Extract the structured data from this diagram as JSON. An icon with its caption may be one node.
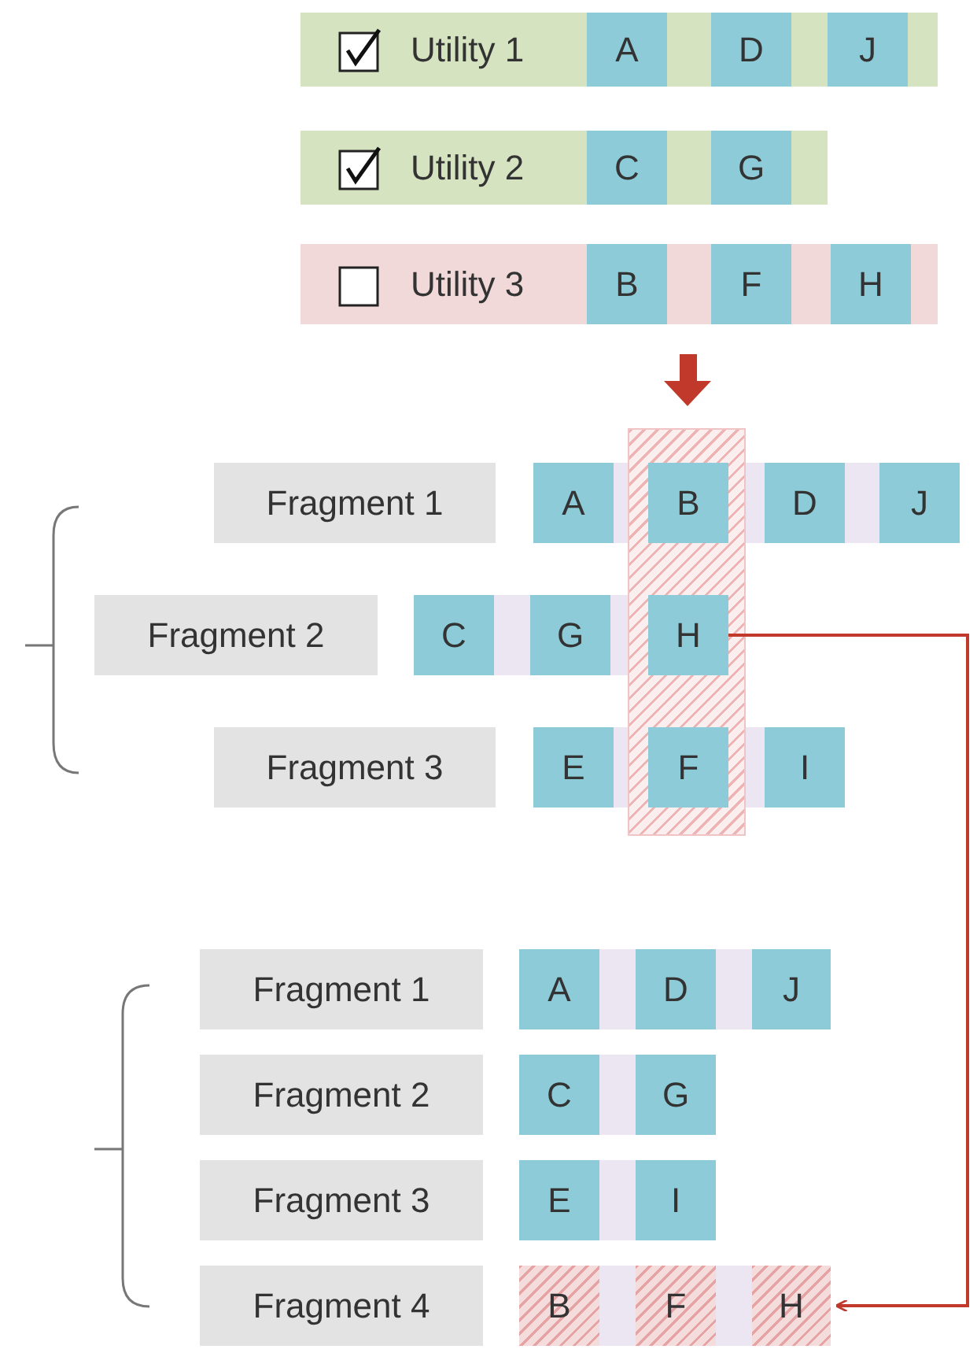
{
  "diagram": {
    "nodes": [
      {
        "text": [
          "Utility 1"
        ]
      },
      {
        "text": [
          "A"
        ],
        "in": 0
      },
      {
        "text": [
          "D"
        ],
        "in": 0
      },
      {
        "text": [
          "J"
        ],
        "in": 0
      },
      {
        "text": [
          "Utility 2"
        ]
      },
      {
        "text": [
          "C"
        ],
        "in": 4
      },
      {
        "text": [
          "G"
        ],
        "in": 4
      },
      {
        "text": [
          "Utility 3"
        ]
      },
      {
        "text": [
          "B"
        ],
        "in": 7
      },
      {
        "text": [
          "F"
        ],
        "in": 7
      },
      {
        "text": [
          "H"
        ],
        "in": 7
      },
      {
        "text": [
          "Fragment 1"
        ]
      },
      {
        "text": [
          "A"
        ]
      },
      {
        "text": [
          "B"
        ]
      },
      {
        "text": [
          "D"
        ]
      },
      {
        "text": [
          "J"
        ]
      },
      {
        "text": [
          "Fragment 2"
        ]
      },
      {
        "text": [
          "C"
        ]
      },
      {
        "text": [
          "G"
        ]
      },
      {
        "text": [
          "H"
        ]
      },
      {
        "text": [
          "Fragment 3"
        ]
      },
      {
        "text": [
          "E"
        ]
      },
      {
        "text": [
          "F"
        ]
      },
      {
        "text": [
          "I"
        ]
      },
      {
        "text": [
          "Fragment 1"
        ]
      },
      {
        "text": [
          "A"
        ]
      },
      {
        "text": [
          "D"
        ]
      },
      {
        "text": [
          "J"
        ]
      },
      {
        "text": [
          "Fragment 2"
        ]
      },
      {
        "text": [
          "C"
        ]
      },
      {
        "text": [
          "G"
        ]
      },
      {
        "text": [
          "Fragment 3"
        ]
      },
      {
        "text": [
          "E"
        ]
      },
      {
        "text": [
          "I"
        ]
      },
      {
        "text": [
          "Fragment 4"
        ]
      },
      {
        "text": [
          "B"
        ]
      },
      {
        "text": [
          "F"
        ]
      },
      {
        "text": [
          "H"
        ]
      }
    ],
    "edges": [
      {
        "from": 19,
        "to": 37,
        "arrow": "to",
        "color": "#c0392b"
      }
    ]
  }
}
